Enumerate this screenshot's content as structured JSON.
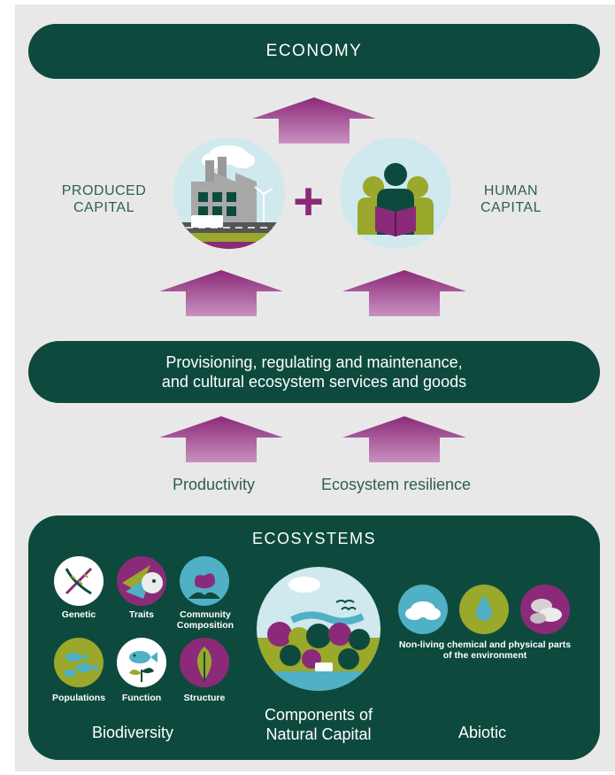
{
  "economy": {
    "label": "ECONOMY"
  },
  "produced_capital": {
    "line1": "PRODUCED",
    "line2": "CAPITAL"
  },
  "human_capital": {
    "line1": "HUMAN",
    "line2": "CAPITAL"
  },
  "plus_sign": "+",
  "services": {
    "line1": "Provisioning, regulating and maintenance,",
    "line2": "and cultural ecosystem services and goods"
  },
  "flows": {
    "productivity": "Productivity",
    "resilience": "Ecosystem resilience"
  },
  "ecosystems": {
    "title": "ECOSYSTEMS",
    "biodiversity_items": [
      {
        "label": "Genetic",
        "icon": "dna-icon"
      },
      {
        "label": "Traits",
        "icon": "bird-icon"
      },
      {
        "label": "Community Composition",
        "icon": "flower-icon"
      },
      {
        "label": "Populations",
        "icon": "fish-icon"
      },
      {
        "label": "Function",
        "icon": "fish-seedling-icon"
      },
      {
        "label": "Structure",
        "icon": "leaf-icon"
      }
    ],
    "biodiversity_label": "Biodiversity",
    "natural_capital": {
      "line1": "Components of",
      "line2": "Natural Capital"
    },
    "abiotic_items": [
      {
        "icon": "cloud-icon"
      },
      {
        "icon": "water-drop-icon"
      },
      {
        "icon": "rocks-icon"
      }
    ],
    "abiotic_caption": "Non-living chemical and physical parts of the environment",
    "abiotic_label": "Abiotic"
  },
  "colors": {
    "dark_green": "#0d4a3d",
    "purple": "#8b2a78",
    "lime": "#9aa82b",
    "sky": "#cfe9ef",
    "panel": "#e8e8e8"
  }
}
